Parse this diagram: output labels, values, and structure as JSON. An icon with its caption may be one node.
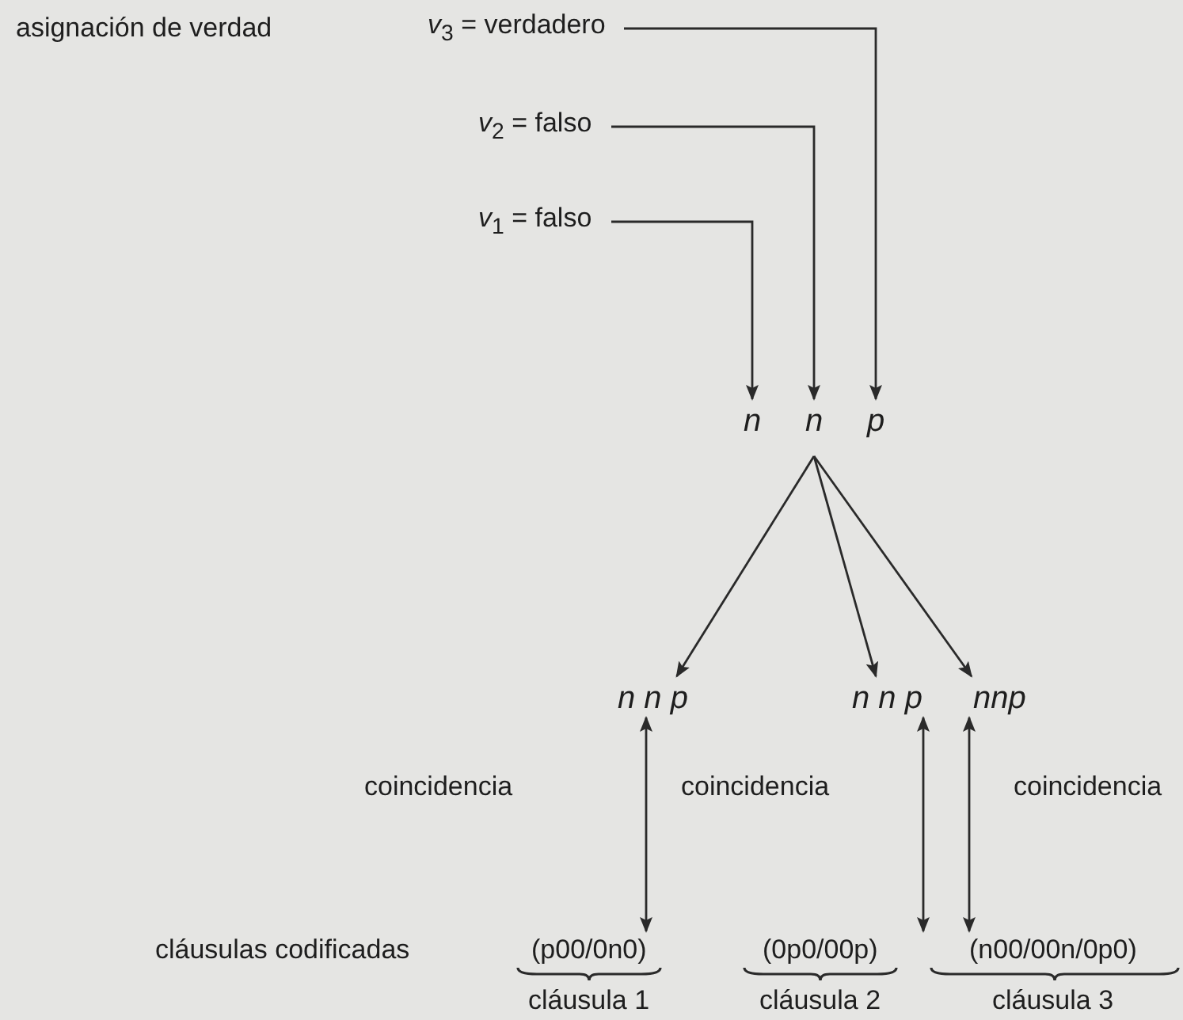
{
  "diagram": {
    "nodes": [
      {
        "text": [
          "*v*$_{3}$ = verdadero"
        ]
      },
      {
        "text": [
          "*v*$_{2}$ = falso"
        ]
      },
      {
        "text": [
          "*v*$_{1}$ = falso"
        ]
      },
      {
        "text": [
          "n"
        ]
      },
      {
        "text": [
          "n"
        ]
      },
      {
        "text": [
          "p"
        ]
      },
      {
        "text": [
          "n n p"
        ]
      },
      {
        "text": [
          "n n p"
        ]
      },
      {
        "text": [
          "nnp"
        ]
      },
      {
        "text": [
          "(p00/0n0)"
        ]
      },
      {
        "text": [
          "(0p0/00p)"
        ]
      },
      {
        "text": [
          "(n00/00n/0p0)"
        ]
      }
    ],
    "edges": [
      {
        "from": 0,
        "to": 5,
        "arrow": "to"
      },
      {
        "from": 1,
        "to": 4,
        "arrow": "to"
      },
      {
        "from": 2,
        "to": 3,
        "arrow": "to"
      },
      {
        "from": 4,
        "to": 6,
        "arrow": "to"
      },
      {
        "from": 4,
        "to": 7,
        "arrow": "to"
      },
      {
        "from": 4,
        "to": 8,
        "arrow": "to"
      },
      {
        "from": 6,
        "to": 9,
        "arrow": "both"
      },
      {
        "from": 7,
        "to": 10,
        "arrow": "both"
      },
      {
        "from": 8,
        "to": 11,
        "arrow": "both"
      }
    ],
    "labels": [
      "asignación de verdad",
      "coincidencia",
      "coincidencia",
      "coincidencia",
      "cláusulas codificadas",
      "cláusula 1",
      "cláusula 2",
      "cláusula 3"
    ]
  }
}
